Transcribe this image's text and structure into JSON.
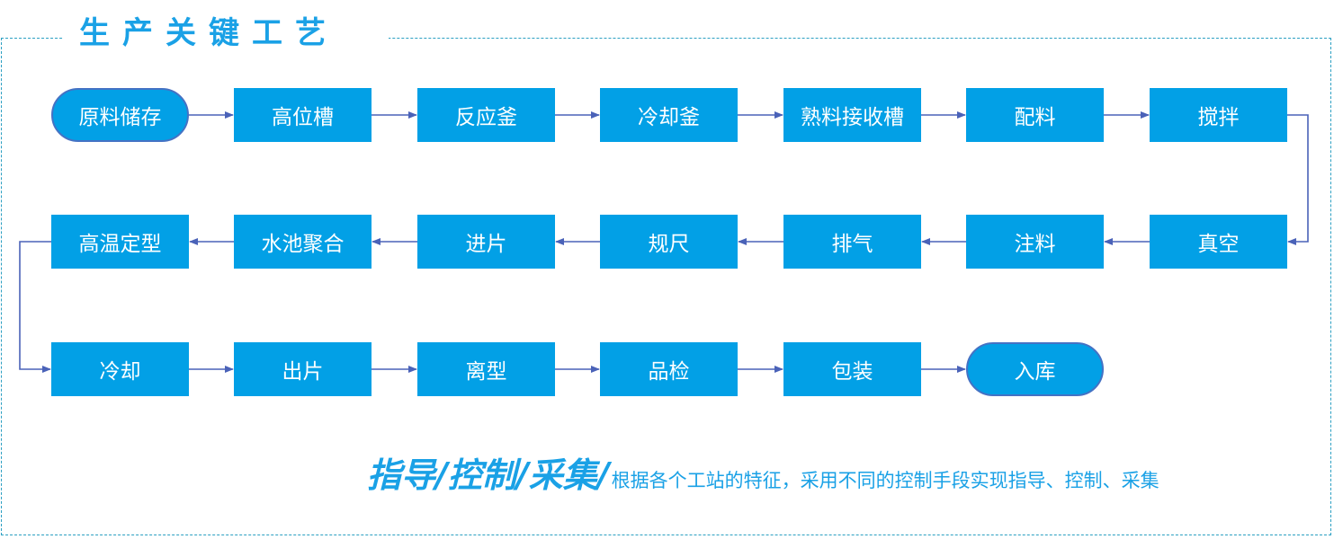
{
  "header": {
    "title": "生产关键工艺"
  },
  "process": {
    "row1": [
      "原料储存",
      "高位槽",
      "反应釜",
      "冷却釜",
      "熟料接收槽",
      "配料",
      "搅拌"
    ],
    "row2": [
      "高温定型",
      "水池聚合",
      "进片",
      "规尺",
      "排气",
      "注料",
      "真空"
    ],
    "row3": [
      "冷却",
      "出片",
      "离型",
      "品检",
      "包装",
      "入库"
    ]
  },
  "tagline": {
    "bold": "指导/控制/采集/",
    "text": "根据各个工站的特征，采用不同的控制手段实现指导、控制、采集"
  },
  "colors": {
    "node_fill": "#02a0e6",
    "terminal_border": "#4472c4",
    "connector": "#4a62b8",
    "accent": "#1aa1e6",
    "frame": "#2b9fc2"
  }
}
